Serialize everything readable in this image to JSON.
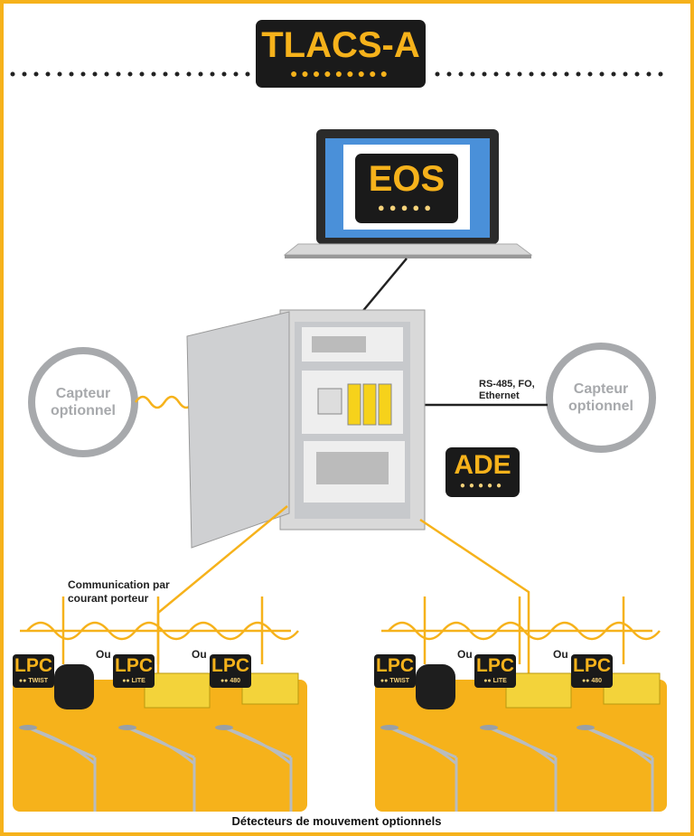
{
  "title": "TLACS-A",
  "laptop": {
    "badge": "EOS"
  },
  "controller": {
    "badge": "ADE"
  },
  "sensor_left": {
    "line1": "Capteur",
    "line2": "optionnel"
  },
  "sensor_right": {
    "line1": "Capteur",
    "line2": "optionnel"
  },
  "link_right_label": {
    "line1": "RS-485, FO,",
    "line2": "Ethernet"
  },
  "plc_label": {
    "line1": "Communication par",
    "line2": "courant porteur"
  },
  "or_label": "Ou",
  "lpc_badges": [
    {
      "name": "LPC",
      "sub": "TWIST"
    },
    {
      "name": "LPC",
      "sub": "LITE"
    },
    {
      "name": "LPC",
      "sub": "480"
    }
  ],
  "footer": "Détecteurs de mouvement optionnels",
  "colors": {
    "accent": "#f6b21b",
    "badge_bg": "#1a1a1a",
    "screen": "#4a90d9",
    "sensor_ring": "#a7a9ac"
  }
}
